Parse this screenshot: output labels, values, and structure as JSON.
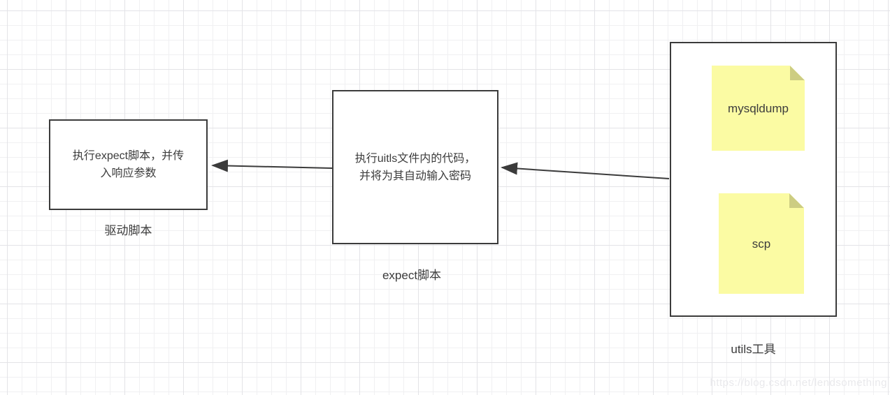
{
  "diagram": {
    "nodes": {
      "driver": {
        "text_lines": [
          "执行expect脚本，并传",
          "入响应参数"
        ],
        "label": "驱动脚本"
      },
      "expect": {
        "text_lines": [
          "执行uitls文件内的代码，",
          "并将为其自动输入密码"
        ],
        "label": "expect脚本"
      },
      "utils": {
        "label": "utils工具",
        "notes": [
          {
            "label": "mysqldump"
          },
          {
            "label": "scp"
          }
        ]
      }
    },
    "arrows": [
      {
        "from": "utils-box",
        "to": "expect-box",
        "direction": "left"
      },
      {
        "from": "expect-box",
        "to": "driver-box",
        "direction": "left"
      }
    ],
    "colors": {
      "box_border": "#3b3b3b",
      "box_fill": "#ffffff",
      "note_fill": "#fbfba3",
      "note_fold": "#cdcd82",
      "text": "#3c3c3c",
      "arrow": "#3b3b3b",
      "grid_minor": "#f0f0f2",
      "grid_major": "#e3e3e7",
      "watermark_text": "#e9e9ec"
    },
    "watermark": "https://blog.csdn.net/lendsomething"
  }
}
